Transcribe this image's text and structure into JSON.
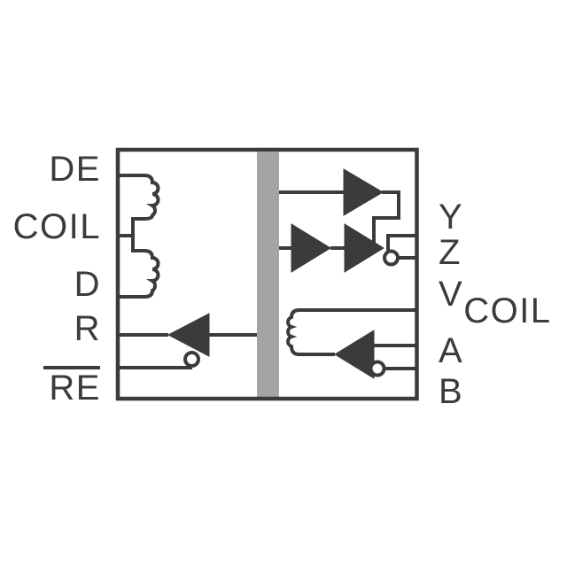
{
  "diagram": {
    "kind": "functional-block-diagram",
    "colors": {
      "line": "#3b3b3d",
      "barrier": "#a2a4a6",
      "background": "#ffffff"
    },
    "left_pins": [
      {
        "label": "DE",
        "overline": false
      },
      {
        "label": "COIL",
        "overline": false
      },
      {
        "label": "D",
        "overline": false
      },
      {
        "label": "R",
        "overline": false
      },
      {
        "label": "RE",
        "overline": true
      }
    ],
    "right_pins": [
      {
        "label": "Y"
      },
      {
        "label": "Z"
      },
      {
        "label": "V",
        "subscript": "COIL"
      },
      {
        "label": "A"
      },
      {
        "label": "B"
      }
    ],
    "components": [
      "isolation-barrier",
      "center-tapped-winding",
      "receiver-buffer",
      "driver-buffers",
      "output-inversion-bubble",
      "secondary-coil",
      "bus-receiver-buffer"
    ]
  }
}
